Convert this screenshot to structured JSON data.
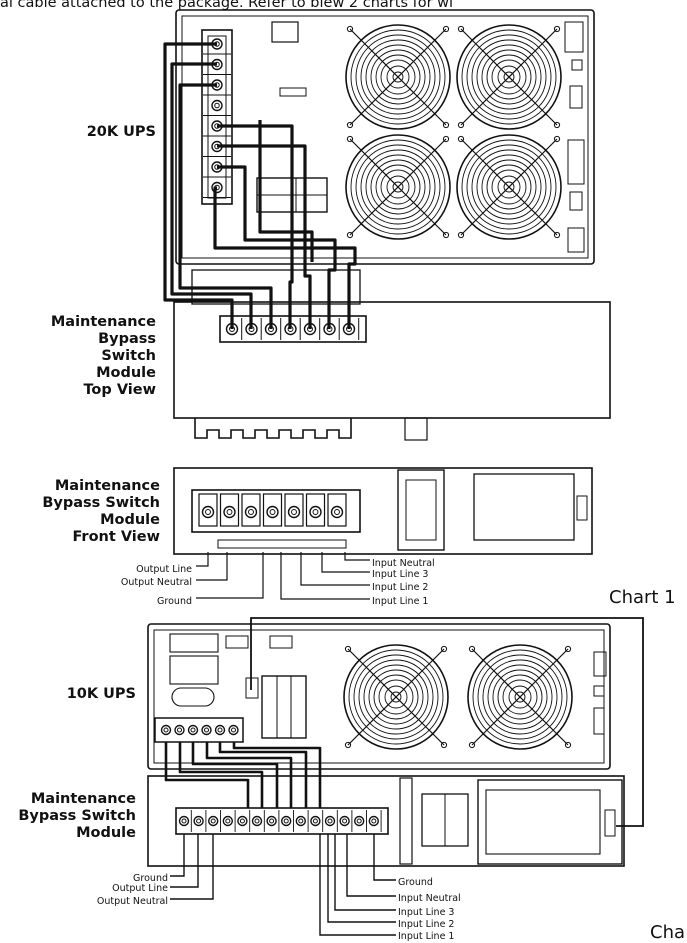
{
  "header_text": "al cable attached to the package.  Refer to blew 2 charts for wi",
  "chart_labels": {
    "chart1": "Chart 1",
    "chart2": "Cha"
  },
  "ups20k": {
    "label": "20K UPS",
    "bypass_top_label": [
      "Maintenance",
      "Bypass Switch",
      "Module",
      "Top View"
    ]
  },
  "front_view": {
    "label": [
      "Maintenance",
      "Bypass Switch",
      "Module",
      "Front View"
    ],
    "left_wires": [
      "Output Line",
      "Output Neutral",
      "Ground"
    ],
    "right_wires": [
      "Input Neutral",
      "Input Line 3",
      "Input Line 2",
      "Input Line 1"
    ]
  },
  "ups10k": {
    "label": "10K UPS",
    "bypass_label": [
      "Maintenance",
      "Bypass Switch",
      "Module"
    ],
    "left_wires": [
      "Ground",
      "Output Line",
      "Output Neutral"
    ],
    "right_wires": [
      "Ground",
      "Input Neutral",
      "Input Line 3",
      "Input Line 2",
      "Input Line 1"
    ]
  }
}
